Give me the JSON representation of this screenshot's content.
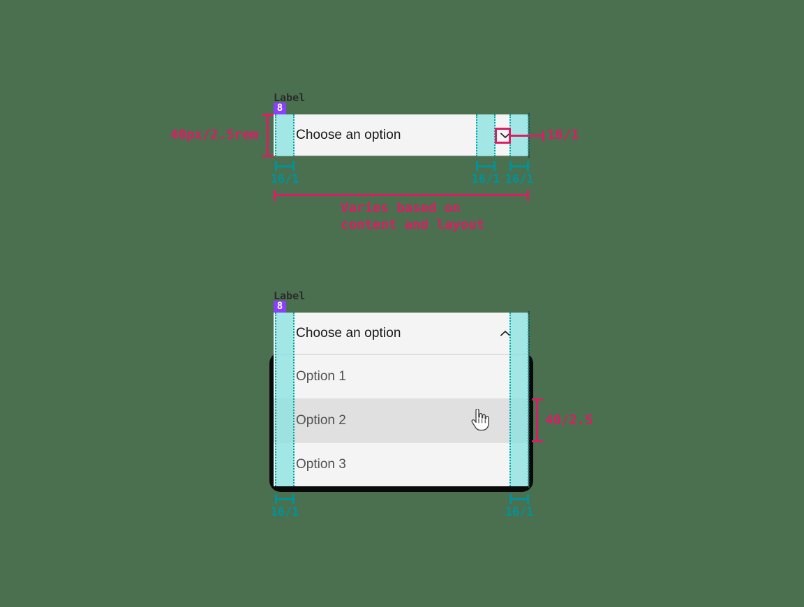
{
  "page": {
    "background_color": "#4a704f",
    "title": "Dropdown component spacing specification"
  },
  "palette": {
    "annotation_pink": "#da1e63",
    "annotation_teal": "#00939a",
    "strip_teal": "#82e0e0",
    "badge_purple": "#8a3ffc",
    "field_bg": "#f4f4f4",
    "field_hover_bg": "#e0e0e0",
    "field_border": "#8d8d8d",
    "text_primary": "#161616",
    "text_secondary": "#525252",
    "menu_shadow": "#0a0a0a"
  },
  "closed_dropdown": {
    "label": "Label",
    "label_spacing_badge": "8",
    "placeholder": "Choose an option",
    "chevron_icon": "chevron-down-icon",
    "height_annotation": "40px/2.5rem",
    "icon_size_annotation": "16/1",
    "left_padding_annotation": "16/1",
    "icon_gap_annotation": "16/1",
    "right_padding_annotation": "16/1",
    "width_annotation_line1": "Varies based on",
    "width_annotation_line2": "content and layout"
  },
  "open_dropdown": {
    "label": "Label",
    "label_spacing_badge": "8",
    "placeholder": "Choose an option",
    "chevron_icon": "chevron-up-icon",
    "options": [
      {
        "label": "Option 1",
        "hovered": false
      },
      {
        "label": "Option 2",
        "hovered": true
      },
      {
        "label": "Option 3",
        "hovered": false
      }
    ],
    "option_height_annotation": "40/2.5",
    "left_padding_annotation": "16/1",
    "right_padding_annotation": "16/1",
    "cursor_icon": "pointing-hand-cursor"
  }
}
